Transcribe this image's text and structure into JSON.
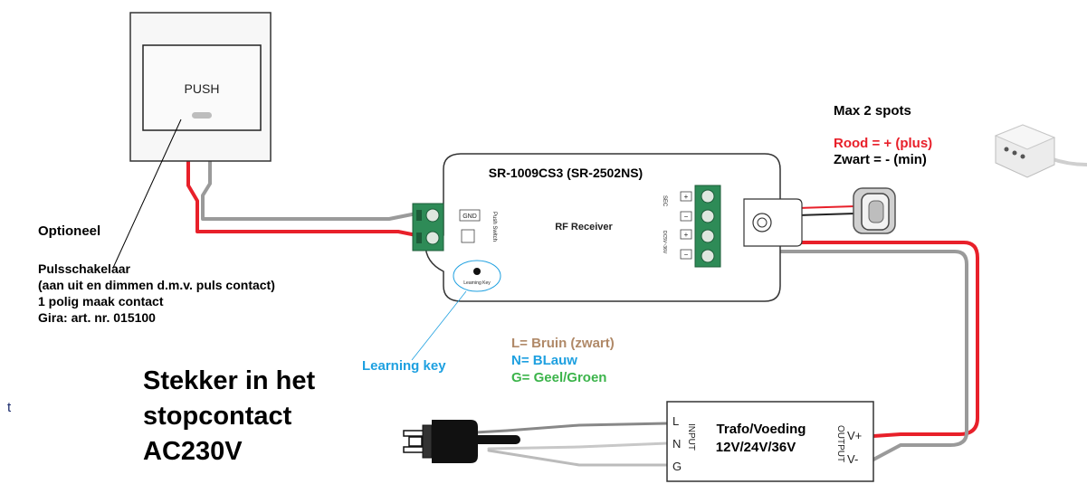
{
  "push_switch": {
    "button_label": "PUSH"
  },
  "receiver": {
    "model": "SR-1009CS3 (SR-2502NS)",
    "subtitle": "RF Receiver",
    "gnd_label": "GND",
    "push_switch_label": "Push Switch",
    "learning_key_label": "Learning Key",
    "sec_label": "SEC",
    "dc_label": "DC5V~36V",
    "plus_sign": "+",
    "minus_sign": "−"
  },
  "annotations": {
    "optional": "Optioneel",
    "switch_lines": [
      "Pulsschakelaar",
      "(aan uit en dimmen d.m.v. puls contact)",
      "1 polig maak contact",
      "Gira: art. nr. 015100"
    ],
    "learning_key": "Learning key",
    "plug_lines": [
      "Stekker in het",
      "stopcontact",
      "AC230V"
    ],
    "stray_char": "t",
    "spots_title": "Max 2 spots",
    "red_wire": "Rood = + (plus)",
    "black_wire": "Zwart = - (min)",
    "mains_wires": [
      {
        "text": "L= Bruin (zwart)",
        "color": "#b08968"
      },
      {
        "text": "N= BLauw",
        "color": "#1ea0e0"
      },
      {
        "text": "G= Geel/Groen",
        "color": "#3cb44b"
      }
    ]
  },
  "power_supply": {
    "title": "Trafo/Voeding",
    "voltage": "12V/24V/36V",
    "input_label": "INPUT",
    "output_label": "OUTPUT",
    "terminal_l": "L",
    "terminal_n": "N",
    "terminal_g": "G",
    "terminal_vplus": "V+",
    "terminal_vminus": "V-"
  },
  "colors": {
    "wire_red": "#e8202a",
    "wire_gray": "#9a9a9a",
    "red_text": "#e8202a",
    "learning_text": "#1ea0e0",
    "terminal_green": "#2e8b57"
  }
}
